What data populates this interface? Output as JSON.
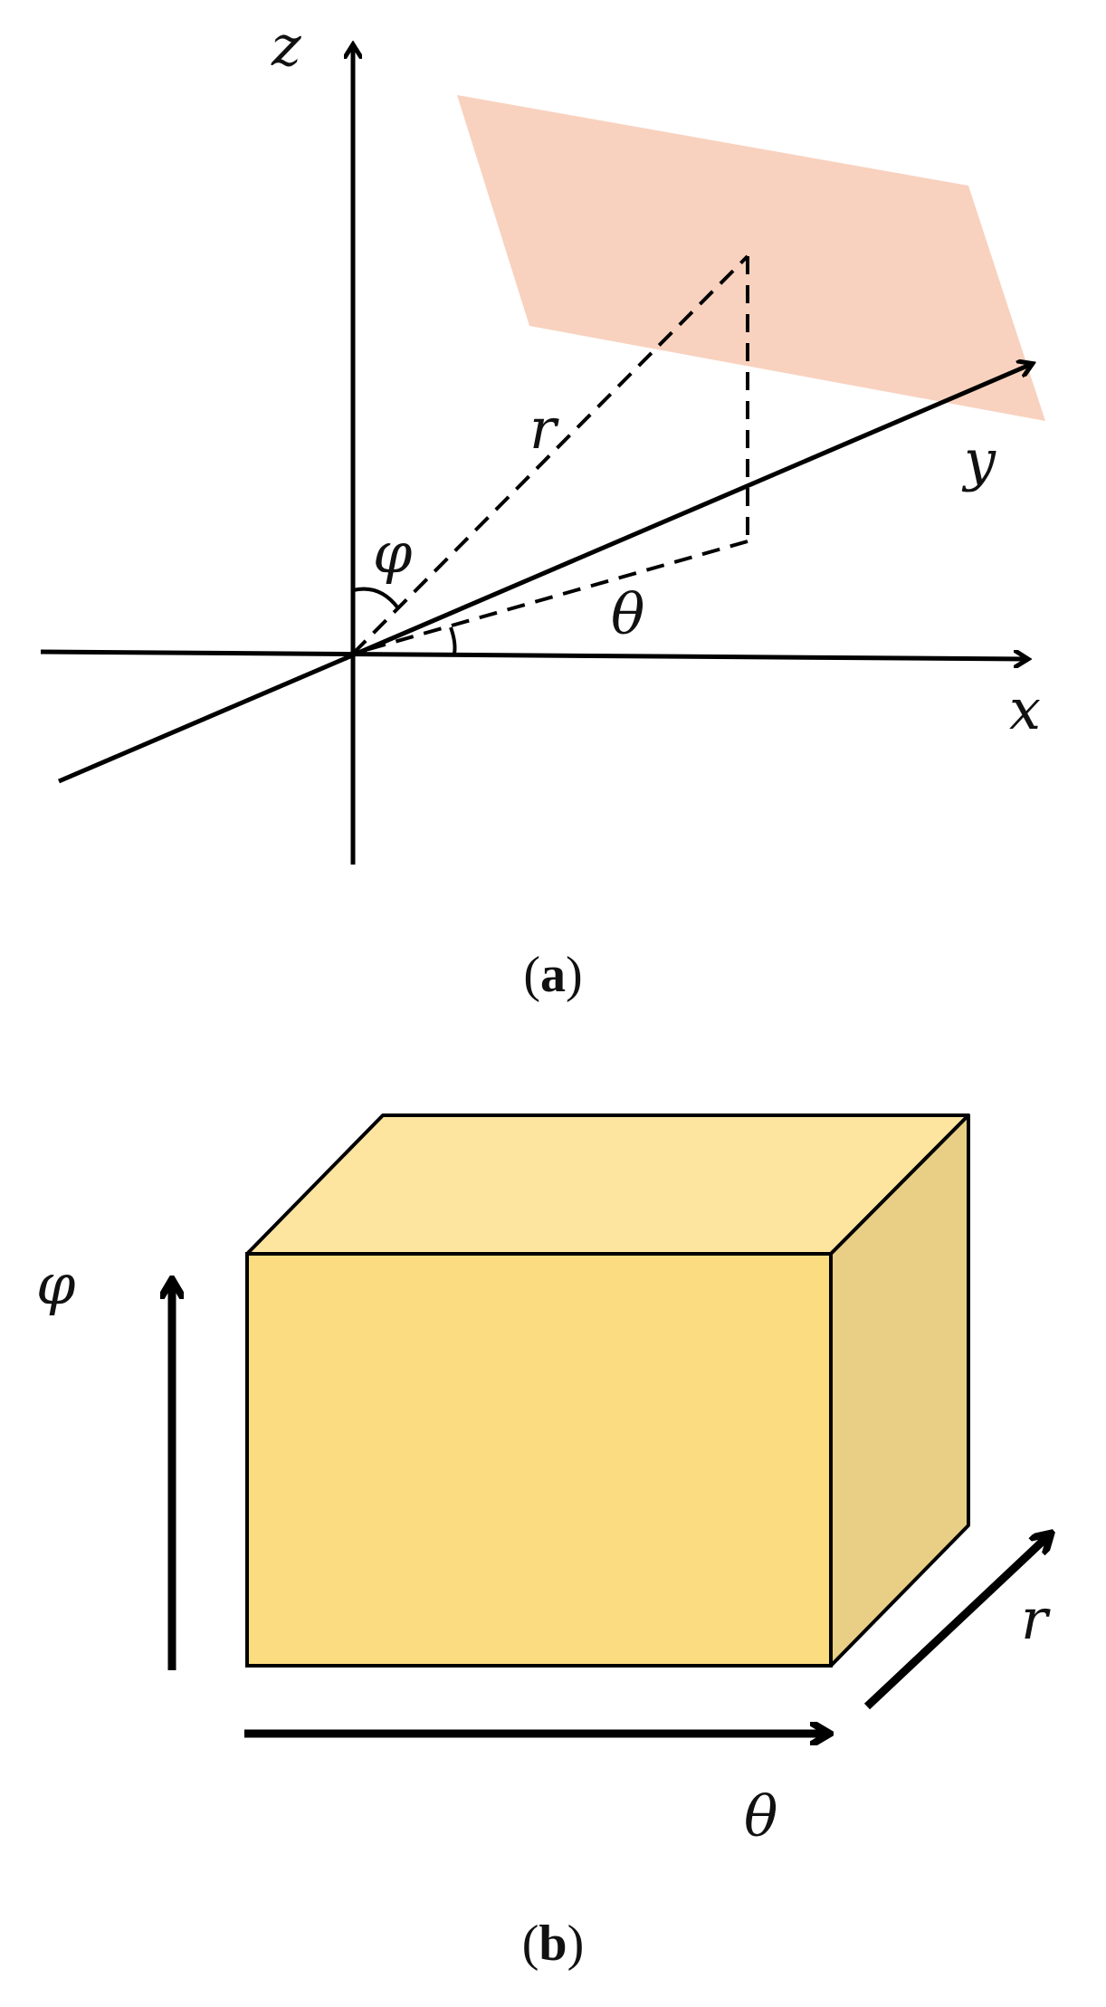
{
  "panel_a": {
    "labels": {
      "z": "z",
      "x": "x",
      "y": "y",
      "r": "r",
      "phi": "φ",
      "theta": "θ"
    },
    "caption": {
      "open": "(",
      "letter": "a",
      "close": ")"
    },
    "colors": {
      "plane": "#f8d2bf",
      "lines": "#000000"
    }
  },
  "panel_b": {
    "labels": {
      "phi": "φ",
      "theta": "θ",
      "r": "r"
    },
    "caption": {
      "open": "(",
      "letter": "b",
      "close": ")"
    },
    "colors": {
      "box_front": "#fcdc80",
      "box_top": "#fde59f",
      "box_side": "#e9cf85",
      "outline": "#000000"
    }
  }
}
